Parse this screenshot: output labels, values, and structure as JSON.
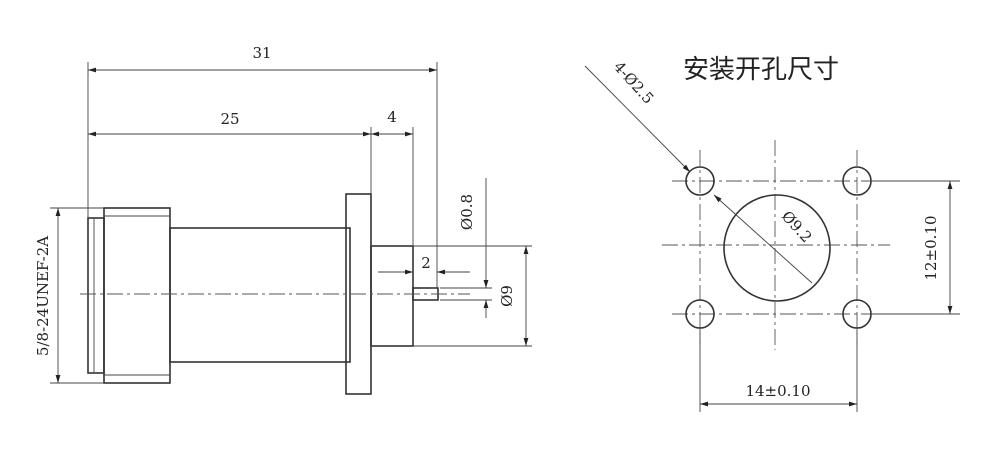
{
  "title": "安装开孔尺寸",
  "dimensions": {
    "overall_length": "31",
    "body_length": "25",
    "flange_length": "4",
    "pin_diameter": "Ø0.8",
    "pin_protrusion": "2",
    "insulator_diameter": "Ø9",
    "thread": "5/8-24UNEF-2A",
    "mount_holes": "4-Ø2.5",
    "center_hole": "Ø9.2",
    "vertical_spacing": "12±0.10",
    "horizontal_spacing": "14±0.10"
  }
}
